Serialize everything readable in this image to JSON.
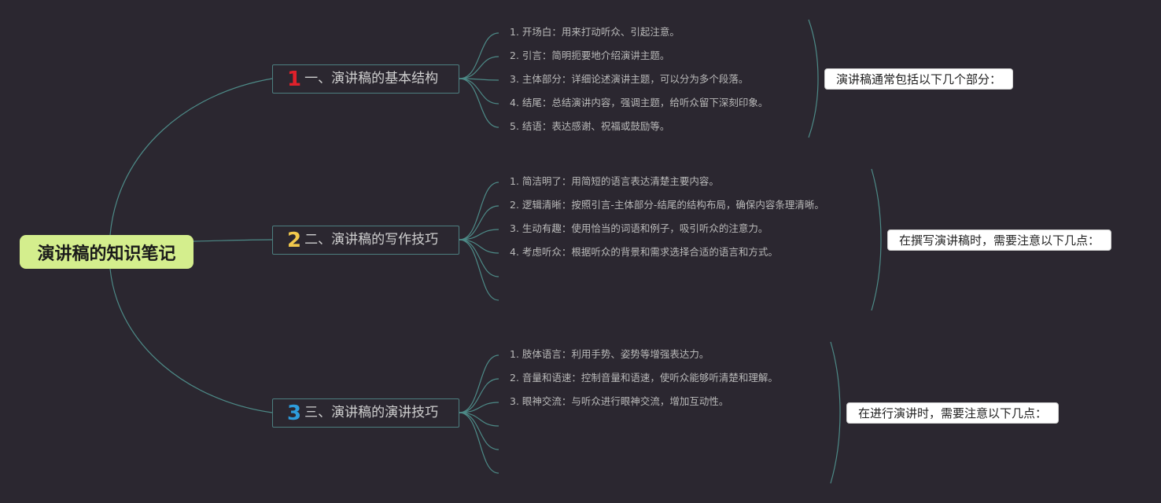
{
  "root": {
    "label": "演讲稿的知识笔记"
  },
  "colors": {
    "background": "#2b2730",
    "connector": "#4d8a87",
    "root_fill": "#d4ee8d",
    "num_1": "#e0212b",
    "num_2": "#f2c94c",
    "num_3": "#2d9cdb"
  },
  "branches": [
    {
      "number": "1",
      "label": "一、演讲稿的基本结构",
      "summary": "演讲稿通常包括以下几个部分：",
      "leaves": [
        "1. 开场白：用来打动听众、引起注意。",
        "2. 引言：简明扼要地介绍演讲主题。",
        "3. 主体部分：详细论述演讲主题，可以分为多个段落。",
        "4. 结尾：总结演讲内容，强调主题，给听众留下深刻印象。",
        "5. 结语：表达感谢、祝福或鼓励等。"
      ]
    },
    {
      "number": "2",
      "label": "二、演讲稿的写作技巧",
      "summary": "在撰写演讲稿时，需要注意以下几点：",
      "leaves": [
        "1. 简洁明了：用简短的语言表达清楚主要内容。",
        "2. 逻辑清晰：按照引言-主体部分-结尾的结构布局，确保内容条理清晰。",
        "3. 生动有趣：使用恰当的词语和例子，吸引听众的注意力。",
        "4. 考虑听众：根据听众的背景和需求选择合适的语言和方式。",
        "",
        ""
      ]
    },
    {
      "number": "3",
      "label": "三、演讲稿的演讲技巧",
      "summary": "在进行演讲时，需要注意以下几点：",
      "leaves": [
        "1. 肢体语言：利用手势、姿势等增强表达力。",
        "2. 音量和语速：控制音量和语速，使听众能够听清楚和理解。",
        "3. 眼神交流：与听众进行眼神交流，增加互动性。",
        "",
        "",
        ""
      ]
    }
  ]
}
